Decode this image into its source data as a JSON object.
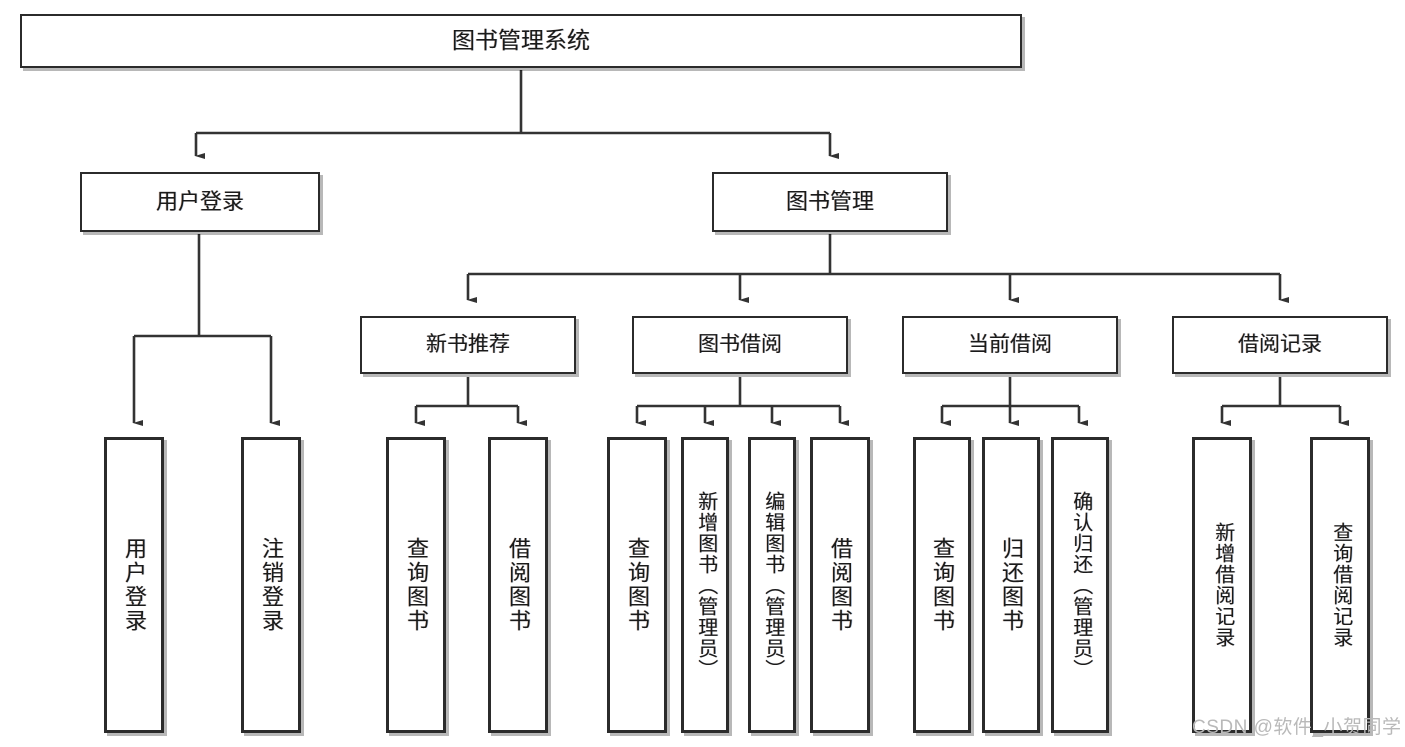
{
  "diagram": {
    "type": "tree",
    "title": "图书管理系统",
    "orientation": "top-down",
    "colors": {
      "box_border": "#2b2b2b",
      "box_fill": "#ffffff",
      "edge": "#333333",
      "text": "#1a1a1a",
      "watermark": "#b9b9b9"
    },
    "nodes": {
      "root": {
        "label": "图书管理系统"
      },
      "level1": [
        {
          "label": "用户登录"
        },
        {
          "label": "图书管理"
        }
      ],
      "level2": [
        {
          "label": "新书推荐"
        },
        {
          "label": "图书借阅"
        },
        {
          "label": "当前借阅"
        },
        {
          "label": "借阅记录"
        }
      ],
      "leaves": {
        "user_login": [
          {
            "label": "用户登录"
          },
          {
            "label": "注销登录"
          }
        ],
        "new_book_recommend": [
          {
            "label": "查询图书"
          },
          {
            "label": "借阅图书"
          }
        ],
        "book_borrow": [
          {
            "label": "查询图书"
          },
          {
            "label": "新增图书（管理员）"
          },
          {
            "label": "编辑图书（管理员）"
          },
          {
            "label": "借阅图书"
          }
        ],
        "current_borrow": [
          {
            "label": "查询图书"
          },
          {
            "label": "归还图书"
          },
          {
            "label": "确认归还（管理员）"
          }
        ],
        "borrow_record": [
          {
            "label": "新增借阅记录"
          },
          {
            "label": "查询借阅记录"
          }
        ]
      }
    }
  },
  "watermark": {
    "text": "CSDN @软件_小贺同学"
  }
}
